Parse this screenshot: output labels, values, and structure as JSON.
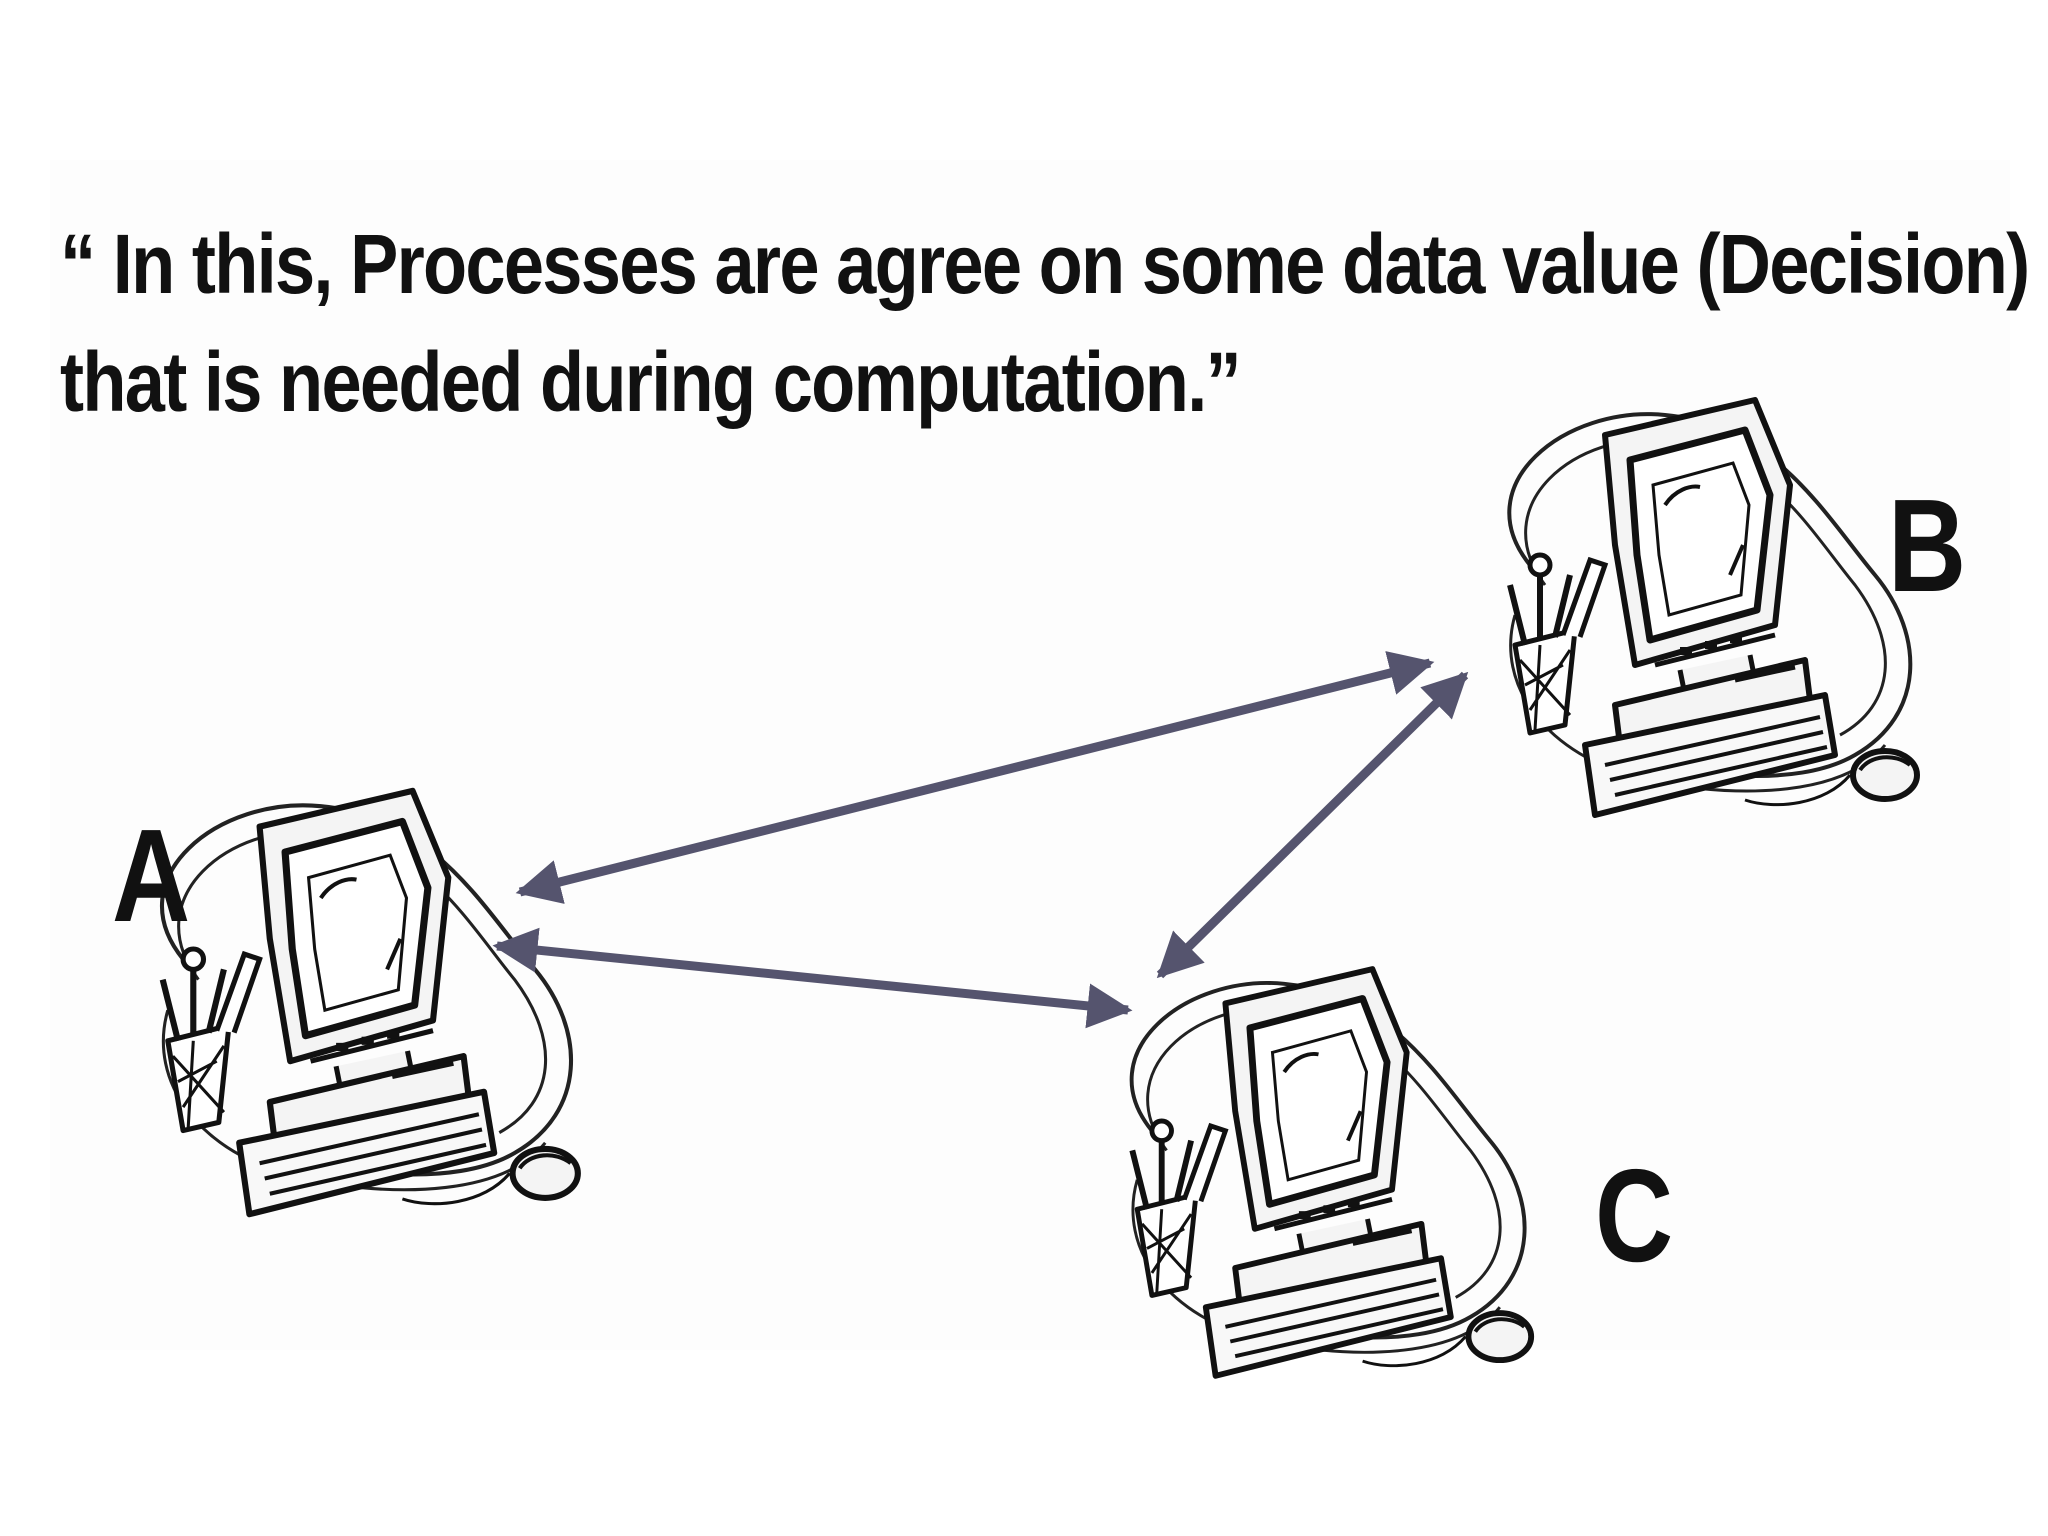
{
  "quote": {
    "line1": "“ In this, Processes are agree on some data value (Decision)",
    "line2": "that is needed during computation.”"
  },
  "nodes": {
    "a": {
      "label": "A",
      "icon": "computer-workstation-icon"
    },
    "b": {
      "label": "B",
      "icon": "computer-workstation-icon"
    },
    "c": {
      "label": "C",
      "icon": "computer-workstation-icon"
    }
  },
  "links": [
    {
      "from": "A",
      "to": "B",
      "style": "double-arrow"
    },
    {
      "from": "A",
      "to": "C",
      "style": "double-arrow"
    },
    {
      "from": "B",
      "to": "C",
      "style": "double-arrow"
    }
  ],
  "colors": {
    "arrow": "#55546e",
    "ink": "#111111",
    "background": "#ffffff"
  }
}
